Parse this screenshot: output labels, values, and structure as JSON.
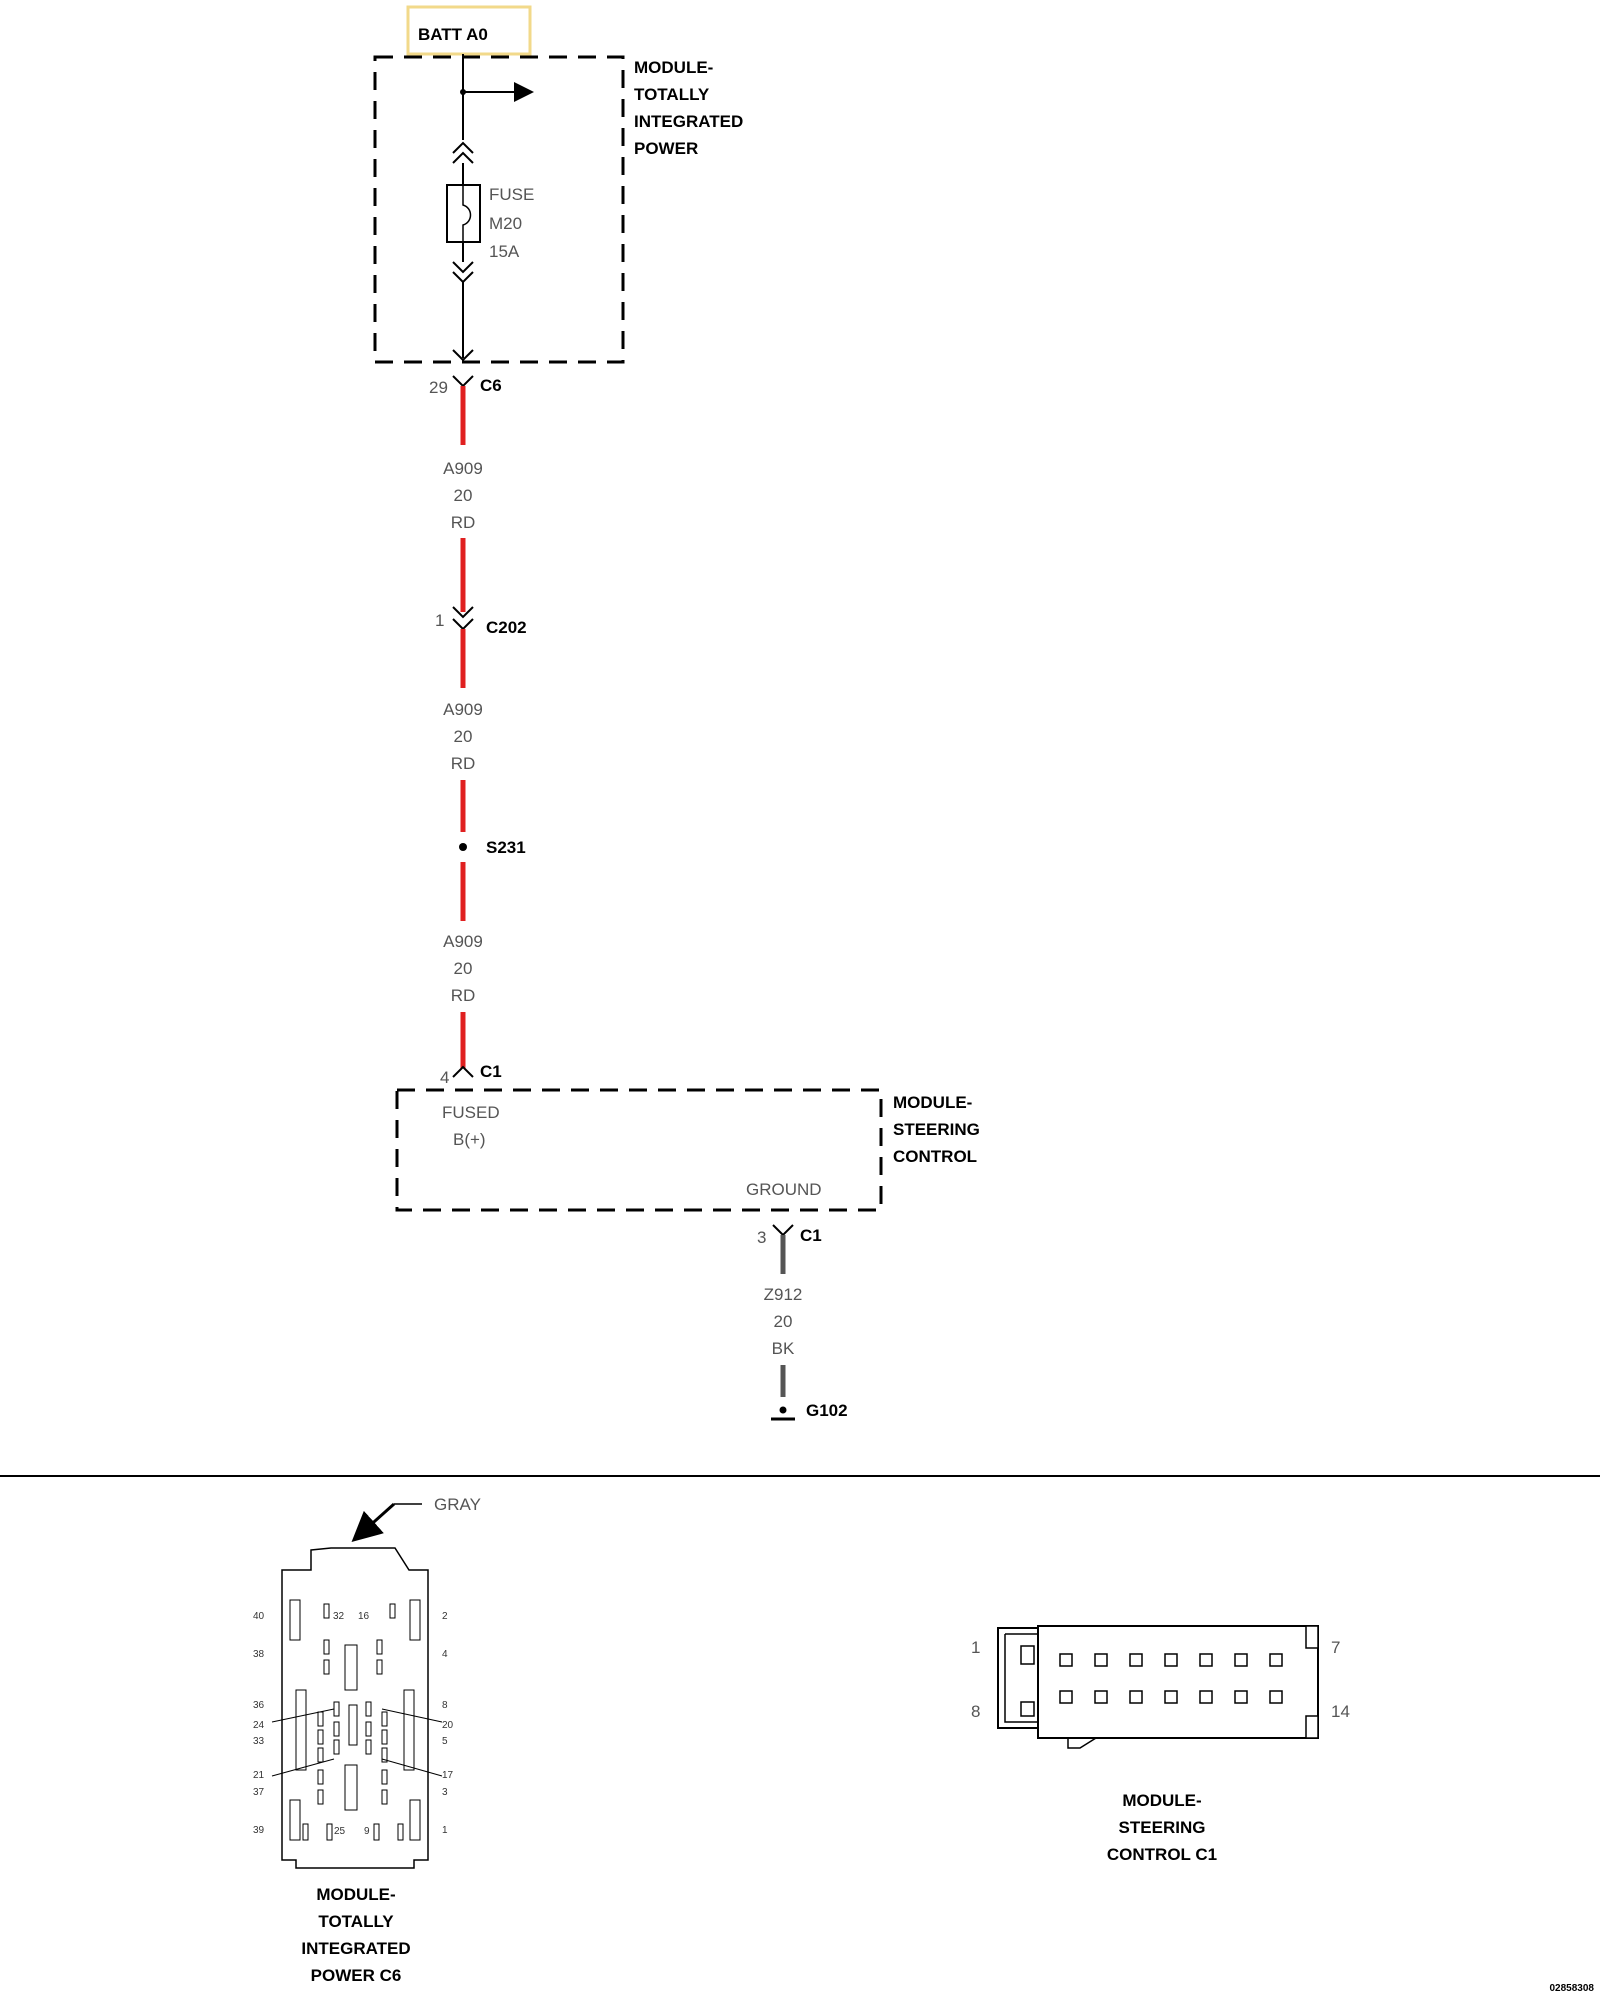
{
  "battery": {
    "label": "BATT A0",
    "color": "#f2d98a"
  },
  "module_tip": {
    "name_lines": [
      "MODULE-",
      "TOTALLY",
      "INTEGRATED",
      "POWER"
    ]
  },
  "fuse": {
    "lines": [
      "FUSE",
      "M20",
      "15A"
    ]
  },
  "connector_c6": {
    "pin": "29",
    "name": "C6"
  },
  "wire_segments": [
    {
      "lines": [
        "A909",
        "20",
        "RD"
      ]
    },
    {
      "lines": [
        "A909",
        "20",
        "RD"
      ]
    },
    {
      "lines": [
        "A909",
        "20",
        "RD"
      ]
    }
  ],
  "connector_c202": {
    "pin": "1",
    "name": "C202"
  },
  "splice": {
    "name": "S231"
  },
  "connector_c1_in": {
    "pin": "4",
    "name": "C1"
  },
  "module_scm": {
    "name_lines": [
      "MODULE-",
      "STEERING",
      "CONTROL"
    ],
    "fused_lines": [
      "FUSED",
      "B(+)"
    ],
    "ground_label": "GROUND"
  },
  "connector_c1_gnd": {
    "pin": "3",
    "name": "C1"
  },
  "ground_wire": {
    "lines": [
      "Z912",
      "20",
      "BK"
    ]
  },
  "ground_point": {
    "name": "G102"
  },
  "wire_colors": {
    "red": "#e02020",
    "black": "#555555"
  },
  "c6_view": {
    "color_label": "GRAY",
    "title_lines": [
      "MODULE-",
      "TOTALLY",
      "INTEGRATED",
      "POWER C6"
    ],
    "pins_left": [
      "40",
      "38",
      "36",
      "24",
      "33",
      "21",
      "37",
      "39"
    ],
    "pins_right": [
      "2",
      "4",
      "8",
      "20",
      "5",
      "17",
      "3",
      "1"
    ],
    "pins_inner": [
      "32",
      "16",
      "25",
      "9"
    ]
  },
  "c1_view": {
    "title_lines": [
      "MODULE-",
      "STEERING",
      "CONTROL C1"
    ],
    "pin_labels": [
      "1",
      "7",
      "8",
      "14"
    ]
  },
  "figure_id": "02858308"
}
